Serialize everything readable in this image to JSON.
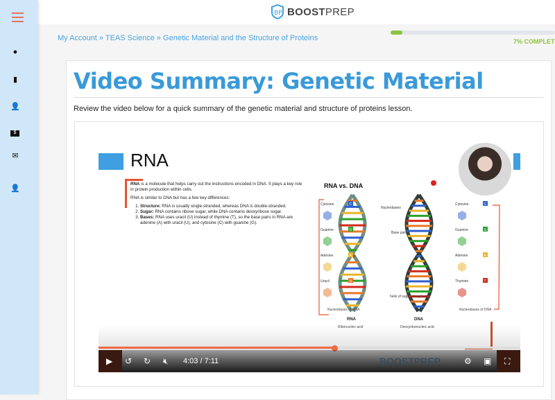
{
  "brand": {
    "name_bold": "BOOST",
    "name_light": "PREP"
  },
  "sidebar": {
    "items": [
      {
        "icon": "user-circle-icon"
      },
      {
        "icon": "document-icon"
      },
      {
        "icon": "user-edit-icon"
      },
      {
        "icon": "billing-icon"
      },
      {
        "icon": "envelope-icon"
      },
      {
        "icon": "user-lock-icon"
      }
    ]
  },
  "breadcrumb": [
    "My Account",
    "TEAS Science",
    "Genetic Material and the Structure of Proteins"
  ],
  "breadcrumb_sep": " » ",
  "progress": {
    "percent": 7,
    "label": "7% COMPLETE"
  },
  "page": {
    "title": "Video Summary: Genetic Material",
    "description": "Review the video below for a quick summary of the genetic material and structure of proteins lesson."
  },
  "slide": {
    "title": "RNA",
    "intro_bold": "RNA",
    "intro": " is a molecule that helps carry out the instructions encoded in DNA. It plays a key role in protein production within cells.",
    "similar": "RNA is similar to DNA but has a few key differences:",
    "points": [
      {
        "bold": "Structure:",
        "text": " RNA is usually single-stranded, whereas DNA is double-stranded."
      },
      {
        "bold": "Sugar:",
        "text": " RNA contains ribose sugar, while DNA contains deoxyribose sugar."
      },
      {
        "bold": "Bases:",
        "text": " RNA uses uracil (U) instead of thymine (T), so the base pairs in RNA are adenine (A) with uracil (U), and cytosine (C) with guanine (G)."
      }
    ],
    "diagram": {
      "heading": "RNA vs. DNA",
      "rna_bases": [
        {
          "name": "Cytosine",
          "letter": "C",
          "color": "#2f5fd0"
        },
        {
          "name": "Guanine",
          "letter": "G",
          "color": "#2aa02a"
        },
        {
          "name": "Adenine",
          "letter": "A",
          "color": "#e8b52a"
        },
        {
          "name": "Uracil",
          "letter": "U",
          "color": "#e8782a"
        }
      ],
      "dna_bases": [
        {
          "name": "Cytosine",
          "letter": "C",
          "color": "#2f5fd0"
        },
        {
          "name": "Guanine",
          "letter": "G",
          "color": "#2aa02a"
        },
        {
          "name": "Adenine",
          "letter": "A",
          "color": "#e8b52a"
        },
        {
          "name": "Thymine",
          "letter": "T",
          "color": "#d02a1a"
        }
      ],
      "labels": {
        "nucleobases": "Nucleobases",
        "base_pair": "Base pair",
        "helix": "helix of sugar-phosphates",
        "rna_caption": "Nucleobases of RNA",
        "dna_caption": "Nucleobases of DNA",
        "rna": "RNA",
        "rna_full": "Ribonucleic acid",
        "dna": "DNA",
        "dna_full": "Deoxyribonucleic acid"
      }
    }
  },
  "player": {
    "time": "4:03 / 7:11",
    "progress_percent": 56,
    "watermark": "BOOSTPREP"
  }
}
